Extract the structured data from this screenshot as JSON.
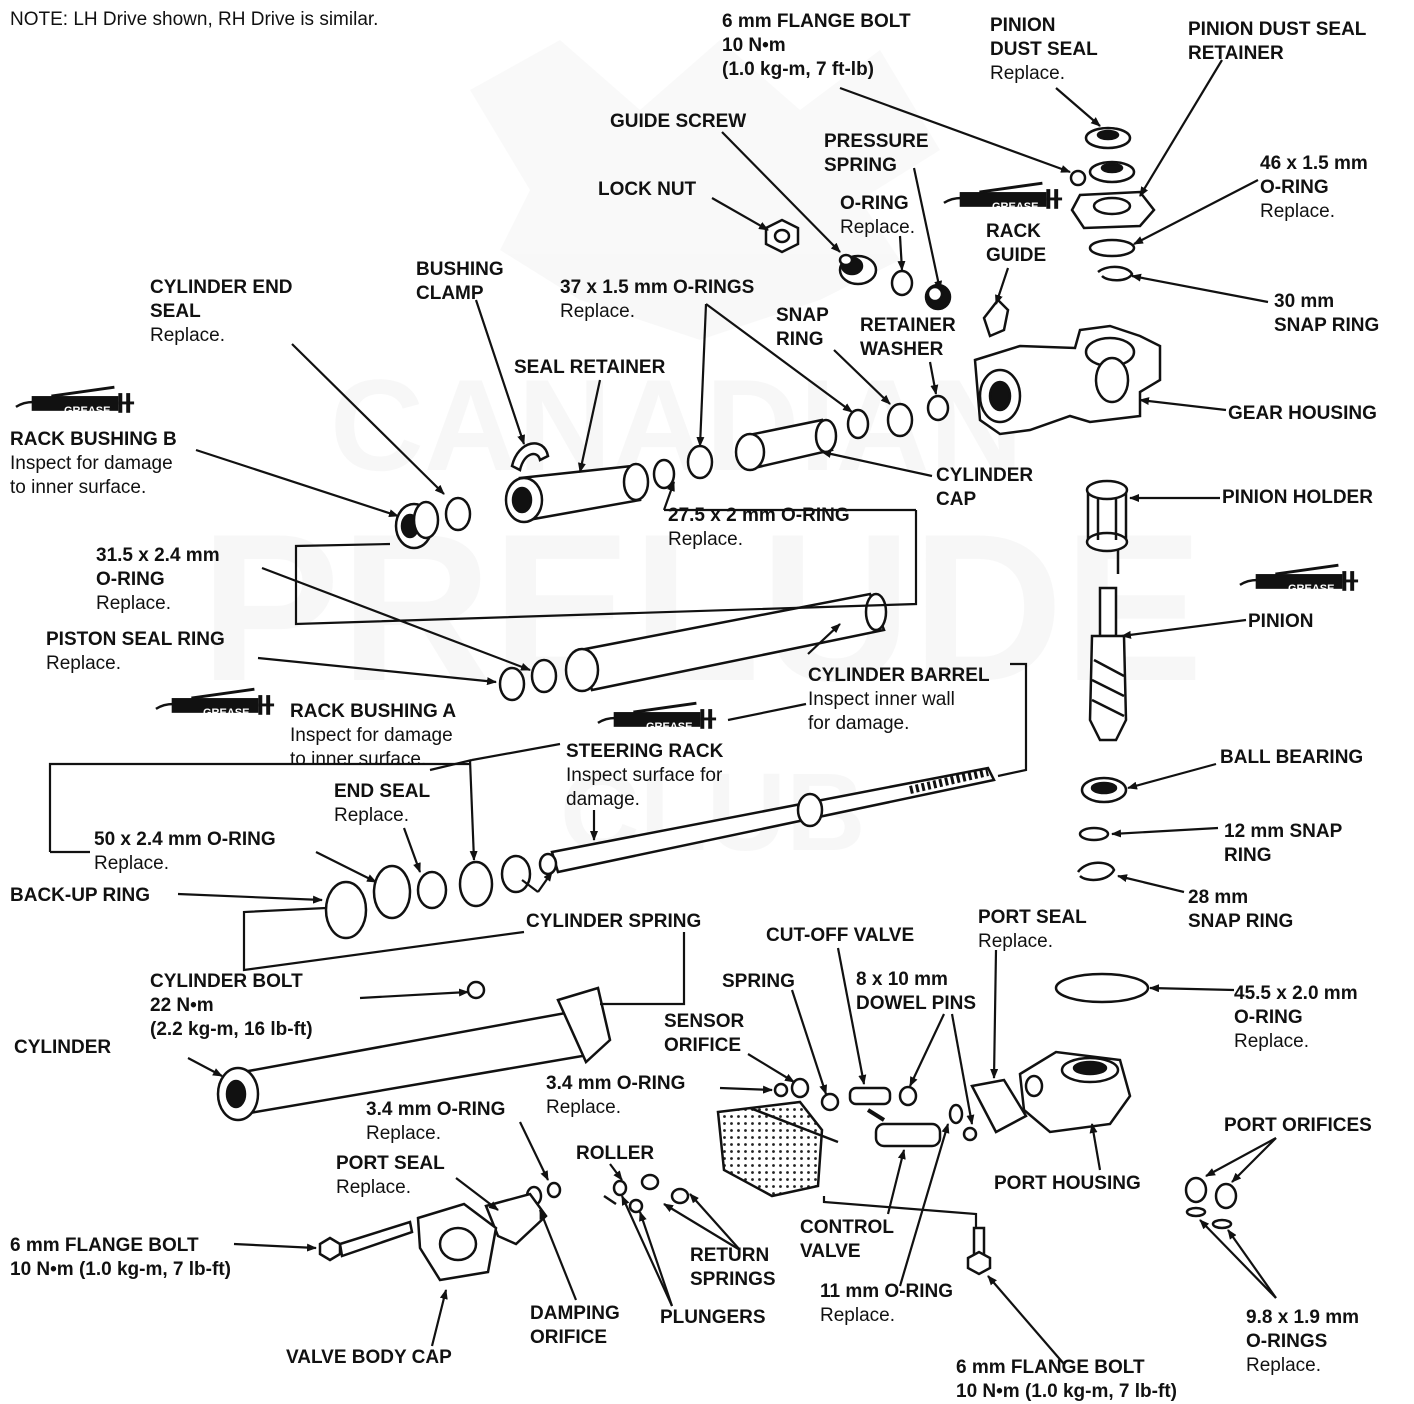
{
  "note": "NOTE:  LH Drive shown, RH Drive is similar.",
  "grease_tag": "GREASE",
  "labels": {
    "flange_bolt_top": {
      "b1": "6 mm FLANGE BOLT",
      "b2": "10 N•m",
      "b3": "(1.0 kg-m, 7 ft-lb)"
    },
    "pinion_dust_seal": {
      "b1": "PINION",
      "b2": "DUST SEAL",
      "n1": "Replace."
    },
    "pinion_dust_seal_retainer": {
      "b1": "PINION DUST SEAL",
      "b2": "RETAINER"
    },
    "guide_screw": {
      "b1": "GUIDE SCREW"
    },
    "pressure_spring": {
      "b1": "PRESSURE",
      "b2": "SPRING"
    },
    "oring_46": {
      "b1": "46 x 1.5 mm",
      "b2": "O-RING",
      "n1": "Replace."
    },
    "lock_nut": {
      "b1": "LOCK NUT"
    },
    "oring_guide": {
      "b1": "O-RING",
      "n1": "Replace."
    },
    "rack_guide": {
      "b1": "RACK",
      "b2": "GUIDE"
    },
    "snap_ring_30": {
      "b1": "30 mm",
      "b2": "SNAP RING"
    },
    "cyl_end_seal": {
      "b1": "CYLINDER END",
      "b2": "SEAL",
      "n1": "Replace."
    },
    "bushing_clamp": {
      "b1": "BUSHING",
      "b2": "CLAMP"
    },
    "orings_37": {
      "b1": "37 x 1.5 mm O-RINGS",
      "n1": "Replace."
    },
    "snap_ring": {
      "b1": "SNAP",
      "b2": "RING"
    },
    "retainer_washer": {
      "b1": "RETAINER",
      "b2": "WASHER"
    },
    "seal_retainer": {
      "b1": "SEAL RETAINER"
    },
    "gear_housing": {
      "b1": "GEAR HOUSING"
    },
    "rack_bushing_b": {
      "b1": "RACK BUSHING B",
      "n1": "Inspect for damage",
      "n2": "to inner surface."
    },
    "cylinder_cap": {
      "b1": "CYLINDER",
      "b2": "CAP"
    },
    "pinion_holder": {
      "b1": "PINION HOLDER"
    },
    "oring_27": {
      "b1": "27.5 x 2 mm O-RING",
      "n1": "Replace."
    },
    "oring_31": {
      "b1": "31.5 x 2.4 mm",
      "b2": "O-RING",
      "n1": "Replace."
    },
    "pinion": {
      "b1": "PINION"
    },
    "piston_seal_ring": {
      "b1": "PISTON SEAL RING",
      "n1": "Replace."
    },
    "cylinder_barrel": {
      "b1": "CYLINDER BARREL",
      "n1": "Inspect inner wall",
      "n2": "for damage."
    },
    "rack_bushing_a": {
      "b1": "RACK BUSHING A",
      "n1": "Inspect for damage",
      "n2": "to inner surface."
    },
    "steering_rack": {
      "b1": "STEERING RACK",
      "n1": "Inspect surface for",
      "n2": "damage."
    },
    "ball_bearing": {
      "b1": "BALL BEARING"
    },
    "end_seal": {
      "b1": "END SEAL",
      "n1": "Replace."
    },
    "snap_ring_12": {
      "b1": "12 mm SNAP",
      "b2": "RING"
    },
    "oring_50": {
      "b1": "50 x 2.4 mm O-RING",
      "n1": "Replace."
    },
    "snap_ring_28": {
      "b1": "28 mm",
      "b2": "SNAP RING"
    },
    "backup_ring": {
      "b1": "BACK-UP RING"
    },
    "cylinder_spring": {
      "b1": "CYLINDER SPRING"
    },
    "port_seal_right": {
      "b1": "PORT SEAL",
      "n1": "Replace."
    },
    "cutoff_valve": {
      "b1": "CUT-OFF VALVE"
    },
    "cylinder_bolt": {
      "b1": "CYLINDER BOLT",
      "b2": "22 N•m",
      "b3": "(2.2 kg-m, 16 lb-ft)"
    },
    "spring": {
      "b1": "SPRING"
    },
    "dowel_pins": {
      "b1": "8 x 10 mm",
      "b2": "DOWEL PINS"
    },
    "oring_45": {
      "b1": "45.5 x 2.0 mm",
      "b2": "O-RING",
      "n1": "Replace."
    },
    "cylinder": {
      "b1": "CYLINDER"
    },
    "sensor_orifice": {
      "b1": "SENSOR",
      "b2": "ORIFICE"
    },
    "oring_34_a": {
      "b1": "3.4 mm O-RING",
      "n1": "Replace."
    },
    "oring_34_b": {
      "b1": "3.4 mm O-RING",
      "n1": "Replace."
    },
    "port_orifices": {
      "b1": "PORT ORIFICES"
    },
    "roller": {
      "b1": "ROLLER"
    },
    "port_seal_left": {
      "b1": "PORT SEAL",
      "n1": "Replace."
    },
    "port_housing": {
      "b1": "PORT HOUSING"
    },
    "control_valve": {
      "b1": "CONTROL",
      "b2": "VALVE"
    },
    "flange_bolt_left": {
      "b1": "6 mm FLANGE BOLT",
      "b2": "10 N•m (1.0 kg-m, 7 lb-ft)"
    },
    "return_springs": {
      "b1": "RETURN",
      "b2": "SPRINGS"
    },
    "oring_11": {
      "b1": "11 mm O-RING",
      "n1": "Replace."
    },
    "damping_orifice": {
      "b1": "DAMPING",
      "b2": "ORIFICE"
    },
    "plungers": {
      "b1": "PLUNGERS"
    },
    "oring_98": {
      "b1": "9.8 x 1.9 mm",
      "b2": "O-RINGS",
      "n1": "Replace."
    },
    "valve_body_cap": {
      "b1": "VALVE BODY CAP"
    },
    "flange_bolt_bottom": {
      "b1": "6 mm FLANGE BOLT",
      "b2": "10 N•m (1.0 kg-m, 7 lb-ft)"
    }
  }
}
